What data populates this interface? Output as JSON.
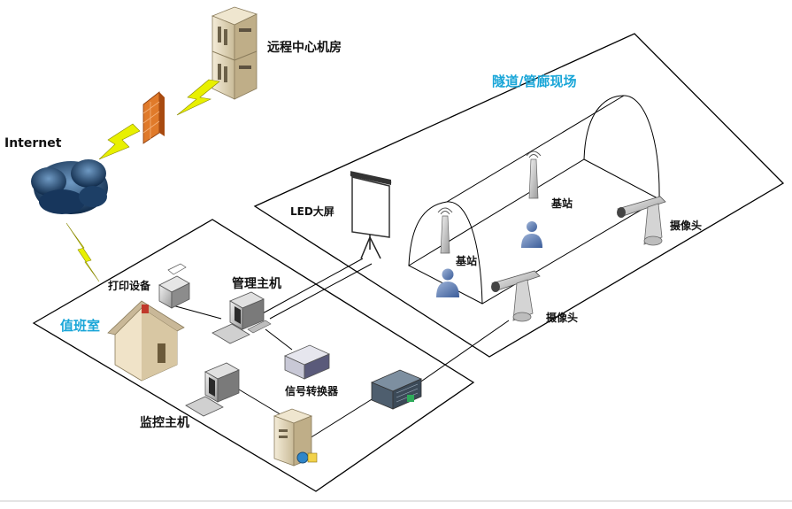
{
  "labels": {
    "remote_room": "远程中心机房",
    "internet": "Internet",
    "tunnel_site": "隧道/管廊现场",
    "led_screen": "LED大屏",
    "base_station_1": "基站",
    "base_station_2": "基站",
    "camera_1": "摄像头",
    "camera_2": "摄像头",
    "printer": "打印设备",
    "mgmt_host": "管理主机",
    "duty_room": "值班室",
    "signal_converter": "信号转换器",
    "monitor_host": "监控主机"
  },
  "colors": {
    "accent_cyan": "#1aa6d8",
    "lightning": "#e8f000",
    "firewall": "#e07a2a",
    "cloud": "#1d3f66",
    "line": "#000000"
  },
  "icons": [
    "server-rack-icon",
    "firewall-icon",
    "cloud-icon",
    "lightning-icon",
    "projector-screen-icon",
    "antenna-icon",
    "person-icon",
    "camera-icon",
    "printer-icon",
    "computer-icon",
    "house-icon",
    "converter-box-icon",
    "network-switch-icon",
    "tower-server-icon"
  ]
}
